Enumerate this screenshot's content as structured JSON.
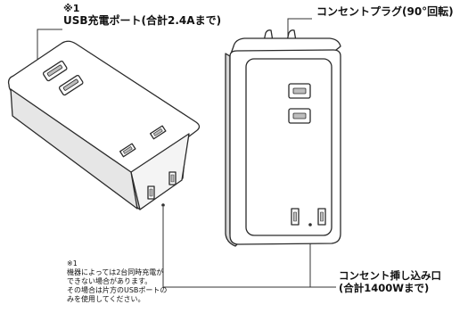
{
  "labels": {
    "usb_note_mark": "※1",
    "usb_port": "USB充電ポート(合計2.4Aまで)",
    "plug": "コンセントプラグ(90°回転)",
    "outlet_line1": "コンセント挿し込み口",
    "outlet_line2": "(合計1400Wまで)"
  },
  "footnote": {
    "mark": "※1",
    "lines": [
      "機器によっては2台同時充電が",
      "できない場合があります。",
      "その場合は片方のUSBポートの",
      "みを使用してください。"
    ]
  },
  "colors": {
    "device_body": "#ffffff",
    "outline": "#2a2a2a",
    "shading": "#c8c8c8",
    "text": "#111111"
  }
}
